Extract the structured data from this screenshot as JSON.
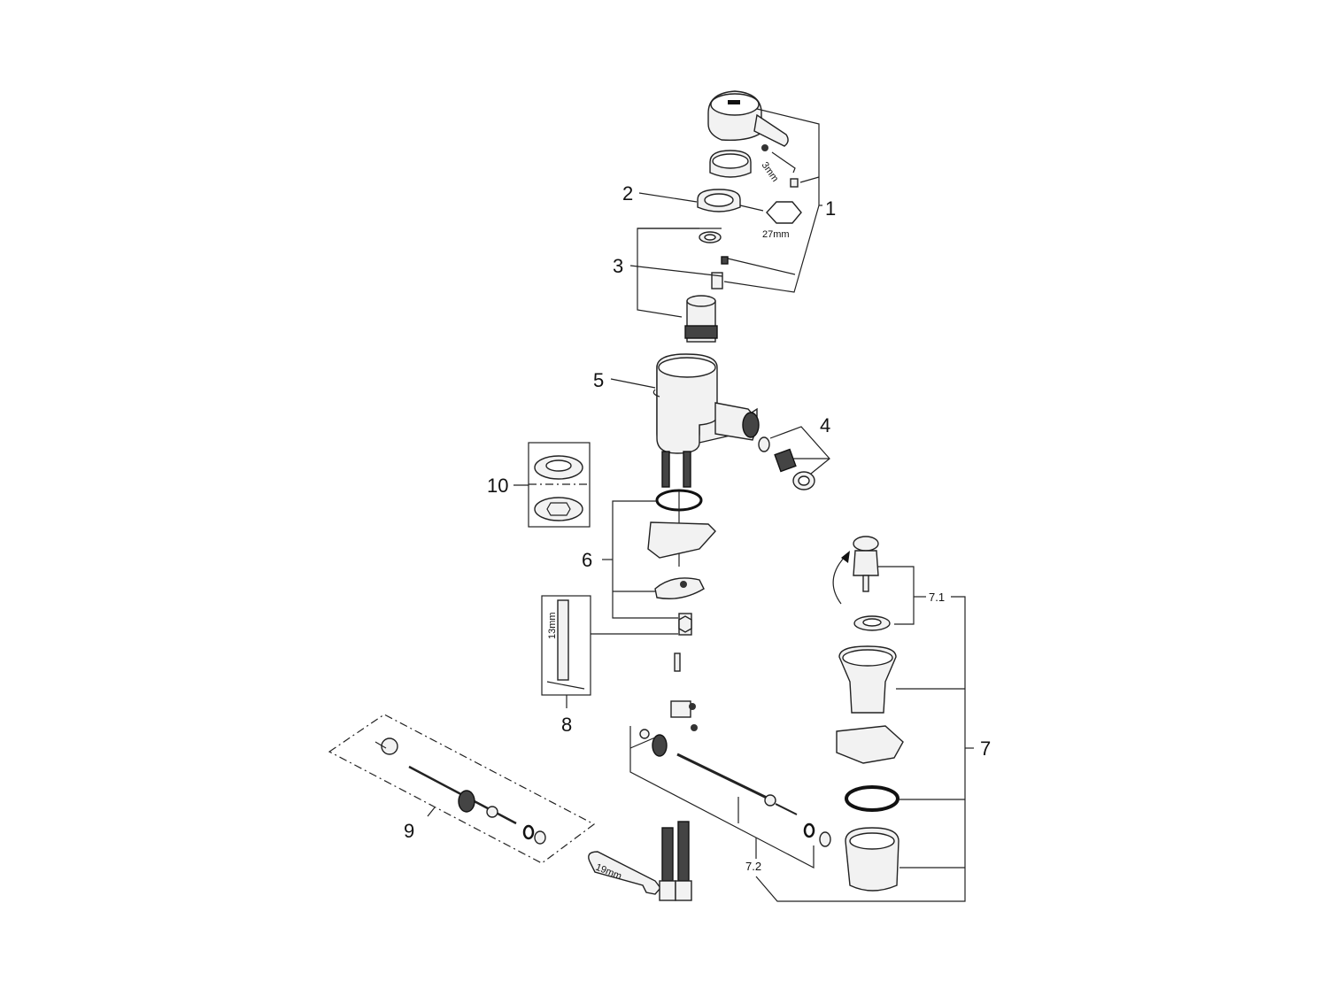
{
  "callouts": {
    "c1": "1",
    "c2": "2",
    "c3": "3",
    "c4": "4",
    "c5": "5",
    "c6": "6",
    "c7": "7",
    "c7_1": "7.1",
    "c7_2": "7.2",
    "c8": "8",
    "c9": "9",
    "c10": "10"
  },
  "tool_sizes": {
    "allen_key": "3mm",
    "hex_nut": "27mm",
    "socket_wrench": "13mm",
    "spanner": "19mm"
  }
}
